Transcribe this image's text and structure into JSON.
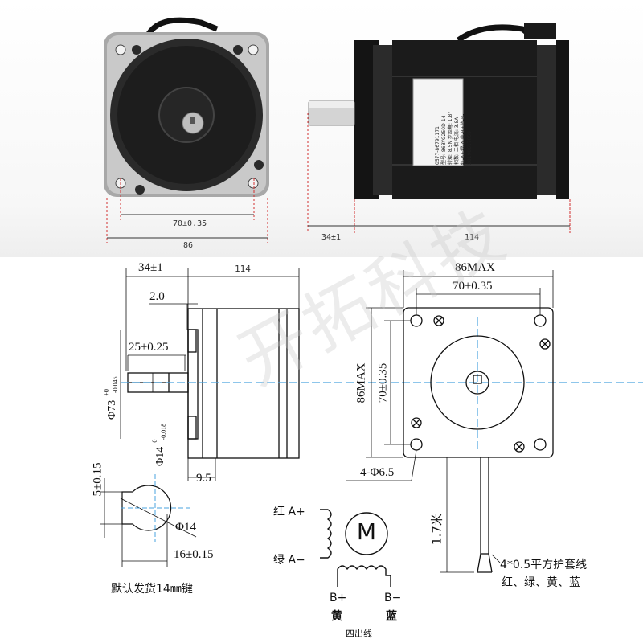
{
  "photo": {
    "front_dim_bolt": "70±0.35",
    "front_dim_width": "86",
    "side_dim_shaft": "34±1",
    "side_dim_body": "114",
    "label_lines": [
      "0577-86791171",
      "型号: 86BYG250D-14",
      "转矩: 8.5N 步距角: 1.8°",
      "相数: 二相 电流: 3.8A",
      "红-A+绿-A 黄-B+蓝-B-",
      "20190617059"
    ]
  },
  "drawing": {
    "shaft_len": "34±1",
    "body_len": "114",
    "flange_thk": "2.0",
    "key_len": "25±0.25",
    "boss_dia": "Φ73",
    "boss_tol_top": "+0",
    "boss_tol_bot": "-0.045",
    "shaft_dia": "Φ14",
    "shaft_tol_top": "0",
    "shaft_tol_bot": "-0.018",
    "rear_len": "9.5",
    "key_depth": "5±0.15",
    "key_section_dia": "Φ14",
    "key_width_dim": "16±0.15",
    "default_key_note": "默认发货14㎜键",
    "front_max": "86MAX",
    "front_bolt": "70±0.35",
    "front_max_v": "86MAX",
    "front_bolt_v": "70±0.35",
    "holes": "4-Φ6.5",
    "lead_len": "1.7米",
    "wire_spec": "4*0.5平方护套线",
    "wire_colors": "红、绿、黄、蓝"
  },
  "wiring": {
    "a_plus": "红 A+",
    "a_minus": "绿 A−",
    "motor_symbol": "M",
    "b_plus": "B+",
    "b_minus": "B−",
    "b_plus_color": "黄",
    "b_minus_color": "蓝",
    "four_wire": "四出线"
  },
  "watermark": "开拓科技",
  "colors": {
    "motor": "#1a1a1a",
    "flange": "#9a9a9a",
    "centerline": "#4aa3df",
    "redline": "#d23030"
  }
}
